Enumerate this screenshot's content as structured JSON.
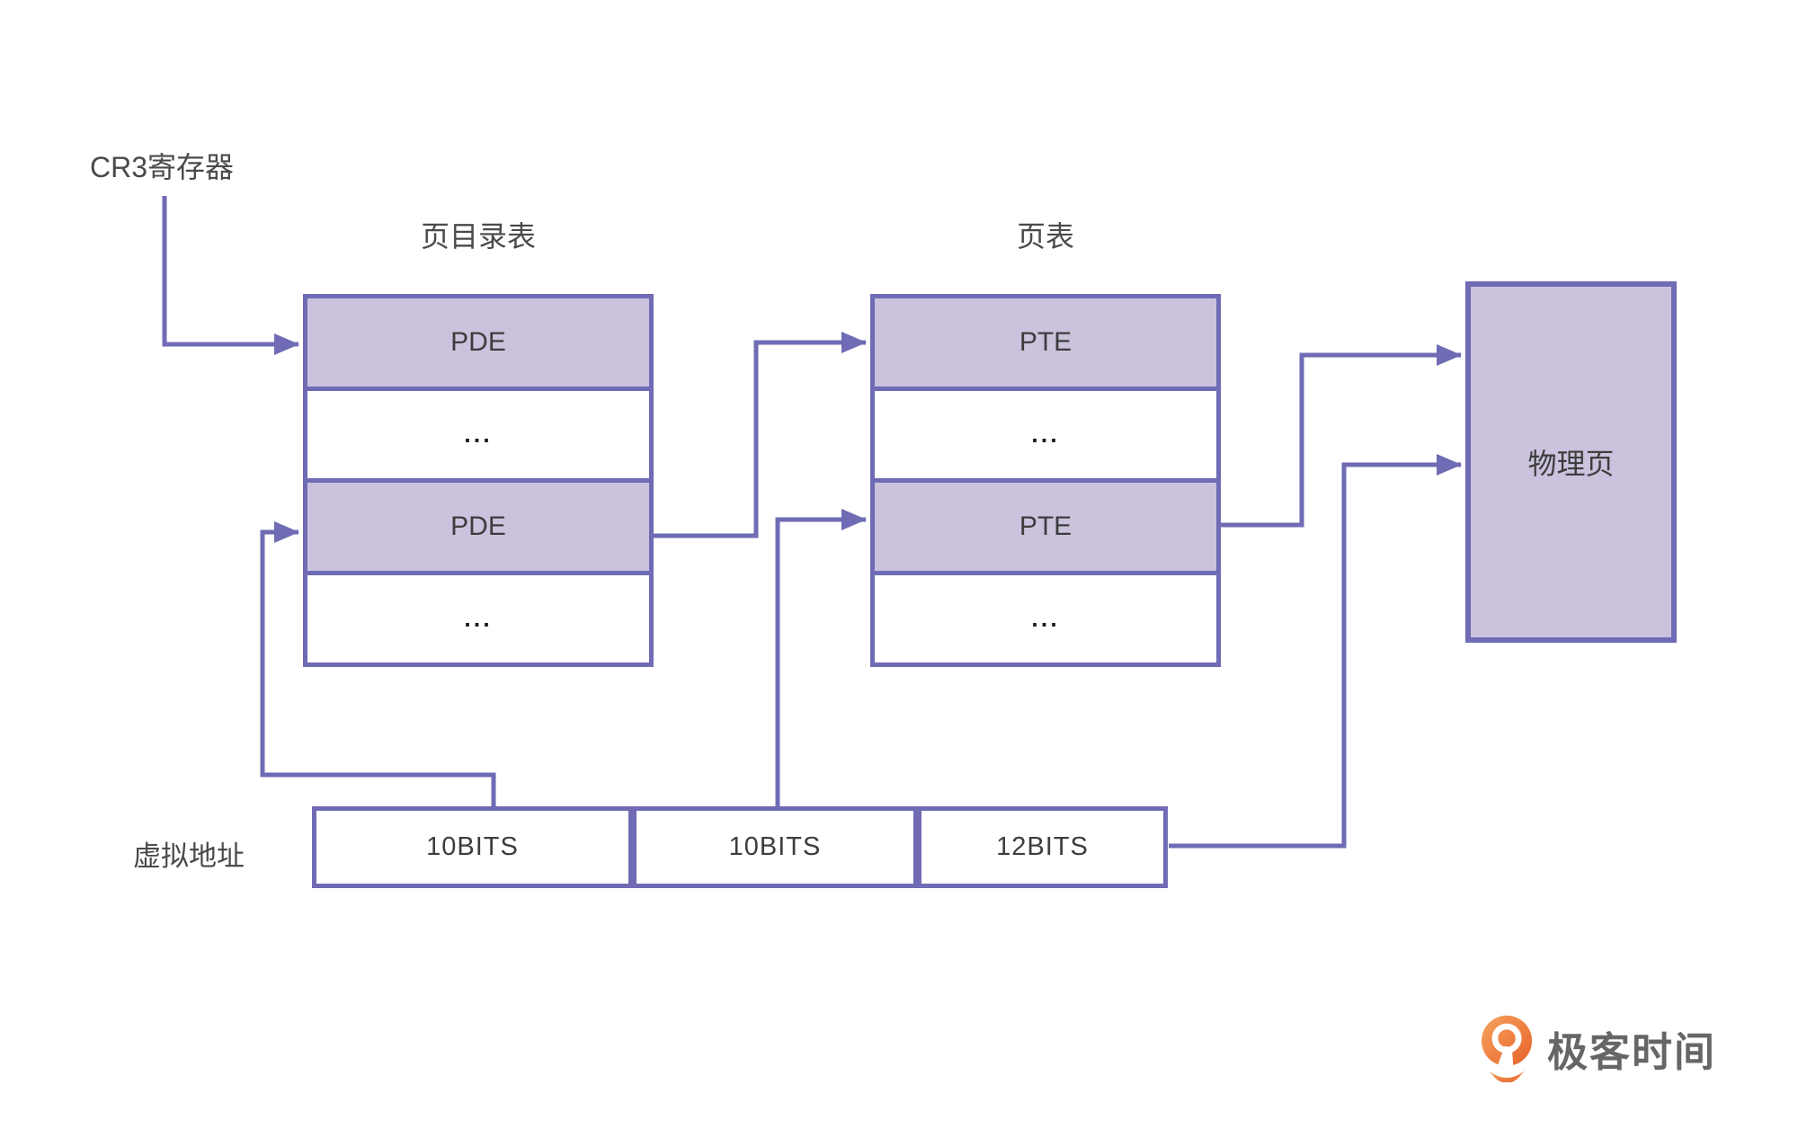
{
  "colors": {
    "accent_indigo": "#6f6bb4",
    "purple_fill": "#cbc3de",
    "dark_text": "#3d3d3d",
    "label_text": "#4a4a4a",
    "logo_orange": "#ec7030",
    "logo_text_gray": "#666666"
  },
  "labels": {
    "cr3": "CR3寄存器",
    "virtual_address": "虚拟地址",
    "physical_page": "物理页"
  },
  "page_directory": {
    "title": "页目录表",
    "rows": [
      {
        "label": "PDE",
        "highlight": true
      },
      {
        "label": "...",
        "highlight": false
      },
      {
        "label": "PDE",
        "highlight": true
      },
      {
        "label": "...",
        "highlight": false
      }
    ]
  },
  "page_table": {
    "title": "页表",
    "rows": [
      {
        "label": "PTE",
        "highlight": true
      },
      {
        "label": "...",
        "highlight": false
      },
      {
        "label": "PTE",
        "highlight": true
      },
      {
        "label": "...",
        "highlight": false
      }
    ]
  },
  "virtual_address_bits": {
    "seg1": "10BITS",
    "seg2": "10BITS",
    "seg3": "12BITS"
  },
  "logo": {
    "text": "极客时间"
  }
}
